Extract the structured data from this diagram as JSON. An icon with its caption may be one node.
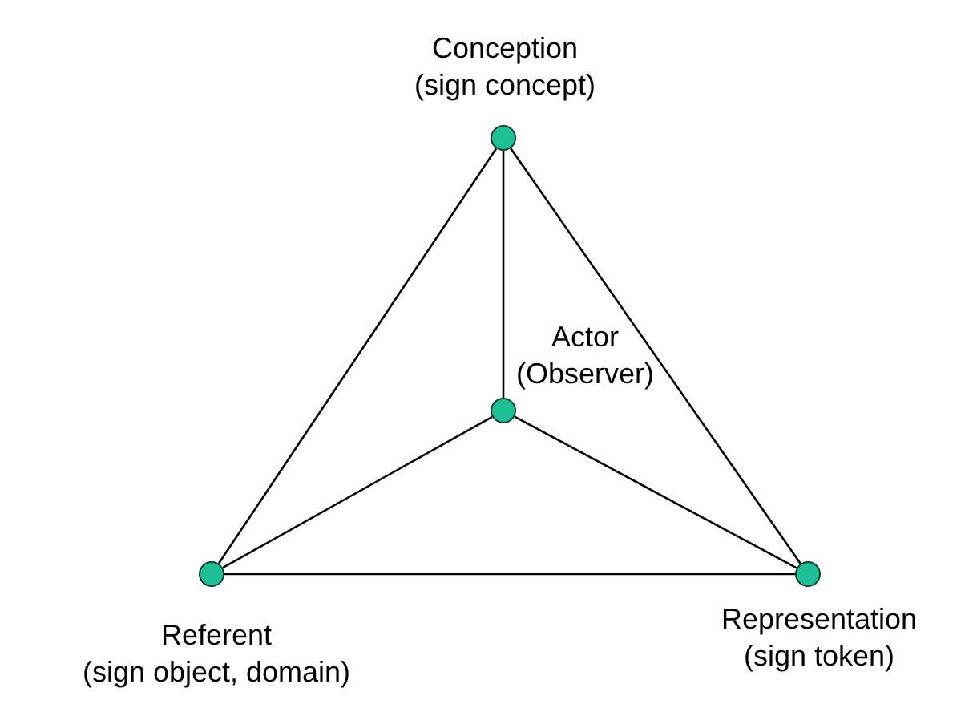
{
  "diagram": {
    "nodes": [
      {
        "text": [
          "Conception",
          "(sign concept)"
        ]
      },
      {
        "text": [
          "Actor",
          "(Observer)"
        ]
      },
      {
        "text": [
          "Referent",
          "(sign object, domain)"
        ]
      },
      {
        "text": [
          "Representation",
          "(sign token)"
        ]
      }
    ],
    "edges": [
      {
        "from": 0,
        "to": 2,
        "arrow": "none"
      },
      {
        "from": 0,
        "to": 3,
        "arrow": "none"
      },
      {
        "from": 2,
        "to": 3,
        "arrow": "none"
      },
      {
        "from": 0,
        "to": 1,
        "arrow": "none"
      },
      {
        "from": 1,
        "to": 2,
        "arrow": "none"
      },
      {
        "from": 1,
        "to": 3,
        "arrow": "none"
      }
    ]
  }
}
